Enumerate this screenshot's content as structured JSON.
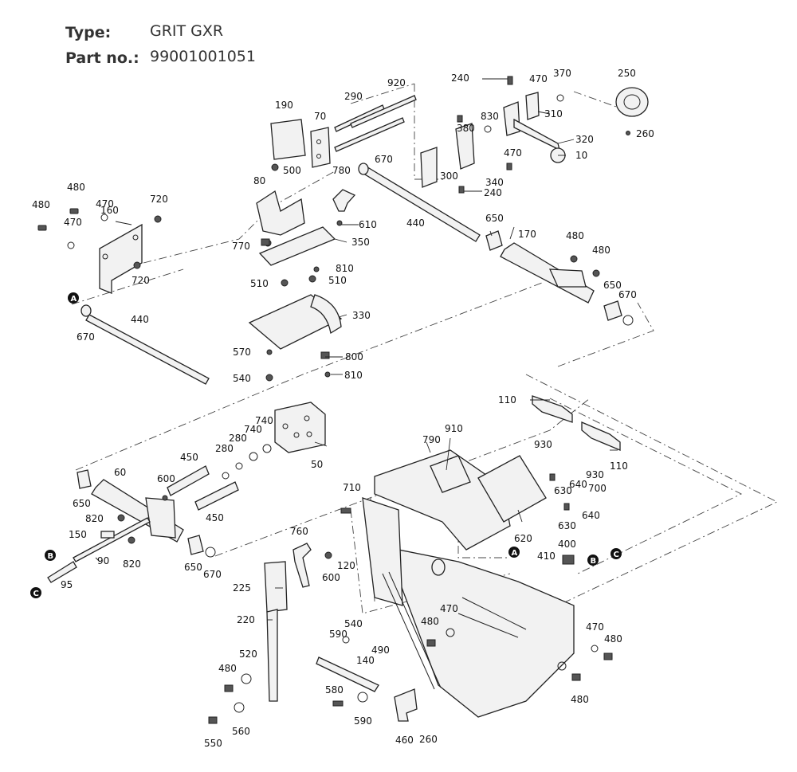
{
  "header": {
    "type_label": "Type:",
    "type_value": "GRIT GXR",
    "part_label": "Part no.:",
    "part_value": "99001001051"
  },
  "callouts": [
    "10",
    "50",
    "60",
    "70",
    "80",
    "90",
    "95",
    "110",
    "110",
    "120",
    "140",
    "150",
    "160",
    "170",
    "190",
    "220",
    "225",
    "240",
    "240",
    "250",
    "260",
    "260",
    "280",
    "280",
    "290",
    "300",
    "310",
    "320",
    "330",
    "340",
    "350",
    "370",
    "380",
    "400",
    "410",
    "440",
    "440",
    "450",
    "450",
    "460",
    "470",
    "470",
    "470",
    "470",
    "470",
    "470",
    "480",
    "480",
    "480",
    "480",
    "480",
    "480",
    "480",
    "480",
    "490",
    "500",
    "510",
    "510",
    "520",
    "540",
    "540",
    "550",
    "560",
    "570",
    "580",
    "590",
    "590",
    "600",
    "600",
    "610",
    "620",
    "630",
    "630",
    "640",
    "640",
    "650",
    "650",
    "650",
    "650",
    "670",
    "670",
    "670",
    "670",
    "700",
    "710",
    "720",
    "720",
    "740",
    "740",
    "760",
    "770",
    "780",
    "790",
    "800",
    "810",
    "810",
    "820",
    "820",
    "830",
    "910",
    "920",
    "930",
    "930"
  ],
  "markers": [
    "A",
    "A",
    "B",
    "B",
    "C",
    "C"
  ]
}
